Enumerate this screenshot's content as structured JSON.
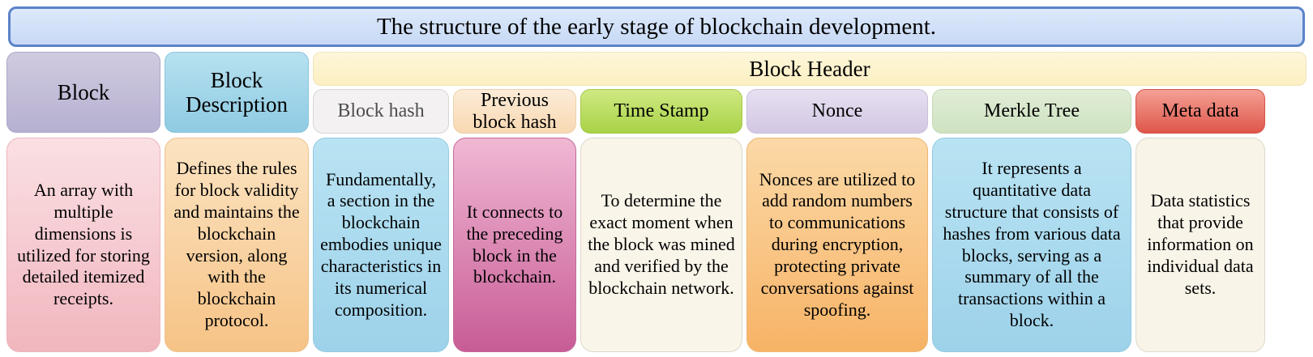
{
  "title": "The structure of the early stage of blockchain development.",
  "columns": {
    "block": {
      "label": "Block",
      "description": "An array with multiple dimensions is utilized for storing detailed itemized receipts."
    },
    "block_description": {
      "label": "Block Description",
      "description": "Defines the rules for block validity and maintains the blockchain version, along with the blockchain protocol."
    },
    "block_header": {
      "label": "Block Header"
    },
    "block_hash": {
      "label": "Block hash",
      "description": "Fundamentally, a section in the blockchain embodies unique characteristics in its numerical composition."
    },
    "previous_block_hash": {
      "label": "Previous block hash",
      "description": "It connects to the preceding block in the blockchain."
    },
    "time_stamp": {
      "label": "Time Stamp",
      "description": "To determine the exact moment when the block was mined and verified by the blockchain network."
    },
    "nonce": {
      "label": "Nonce",
      "description": "Nonces are utilized to add random numbers to communications during encryption, protecting private conversations against spoofing."
    },
    "merkle_tree": {
      "label": "Merkle Tree",
      "description": "It represents a quantitative data structure that consists of hashes from various data blocks, serving as a summary of all the transactions within a block."
    },
    "meta_data": {
      "label": "Meta data",
      "description": "Data statistics that provide information on individual data sets."
    }
  },
  "colors": {
    "title_bg": "#cfdef8",
    "title_border": "#5b83c9",
    "block_header_bg": "#c1bbd8",
    "block_description_header_bg": "#9fd5e9",
    "block_header_band_bg": "#fdf3cf",
    "block_hash_header_bg": "#f3f1f2",
    "previous_block_hash_header_bg": "#fae3c4",
    "time_stamp_header_bg": "#b8db5d",
    "nonce_header_bg": "#dcd2e9",
    "merkle_tree_header_bg": "#d7e5ca",
    "meta_data_header_bg": "#e7756a",
    "block_desc_bg": "#f5cbd2",
    "block_description_desc_bg": "#f9d2a0",
    "block_hash_desc_bg": "#a9daee",
    "previous_block_hash_desc_bg": "#d884ae",
    "time_stamp_desc_bg": "#faf5e9",
    "nonce_desc_bg": "#f9c585",
    "merkle_tree_desc_bg": "#a9daee",
    "meta_data_desc_bg": "#f9f4e8"
  }
}
